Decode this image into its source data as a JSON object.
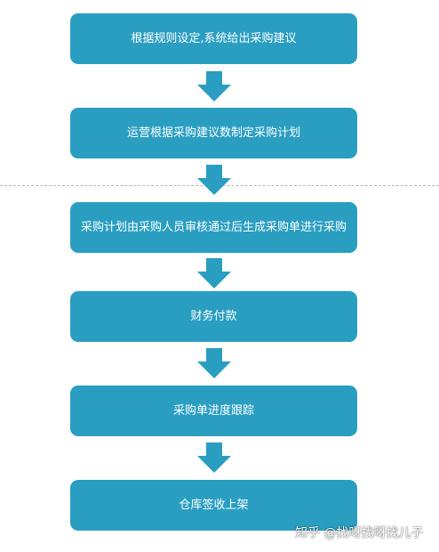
{
  "flow": {
    "steps": [
      {
        "label": "根据规则设定,系统给出采购建议"
      },
      {
        "label": "运营根据采购建议数制定采购计划"
      },
      {
        "label": "采购计划由采购人员审核通过后生成采购单进行采购"
      },
      {
        "label": "财务付款"
      },
      {
        "label": "采购单进度跟踪"
      },
      {
        "label": "仓库签收上架"
      }
    ]
  },
  "watermark": {
    "text": "知乎 @找呀找呀找儿子"
  },
  "colors": {
    "box": "#2a9ec1",
    "arrow": "#2a9ec1",
    "text": "#ffffff"
  }
}
